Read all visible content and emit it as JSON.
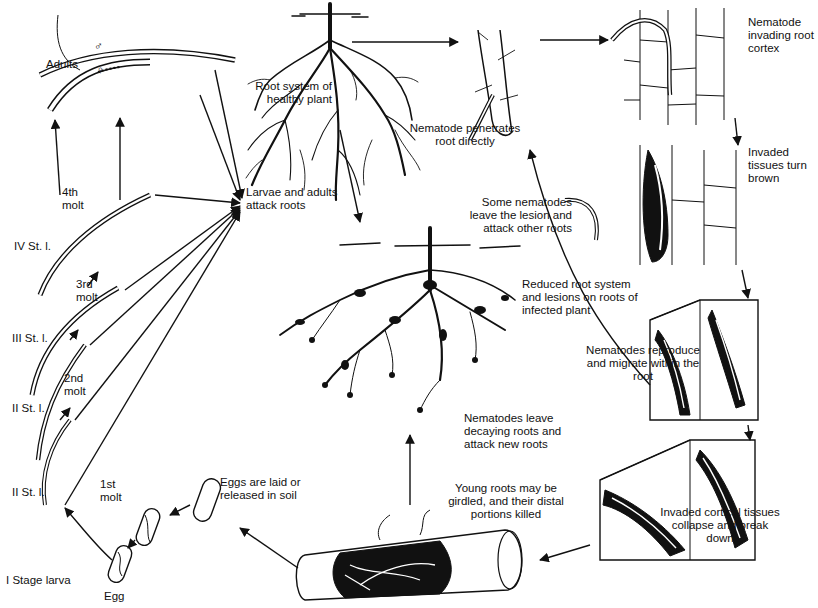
{
  "diagram": {
    "labels": [
      "Adults",
      "♂",
      "♀",
      "4th molt",
      "IV St. l.",
      "3rd molt",
      "III St. l.",
      "2nd molt",
      "II St. l.",
      "1st molt",
      "II St. l.",
      "I Stage larva",
      "Egg",
      "Eggs are laid or released in soil",
      "Root system of healthy plant",
      "Larvae and adults attack roots",
      "Nematode penetrates root directly",
      "Nematode invading root cortex",
      "Invaded tissues turn brown",
      "Some nematodes leave the lesion and attack other roots",
      "Reduced root system and lesions on roots of infected plant",
      "Nematodes reproduce and migrate within the root",
      "Nematodes leave decaying roots and attack new roots",
      "Young roots may be girdled, and their distal portions killed",
      "Invaded cortical tissues collapse and break down"
    ]
  }
}
